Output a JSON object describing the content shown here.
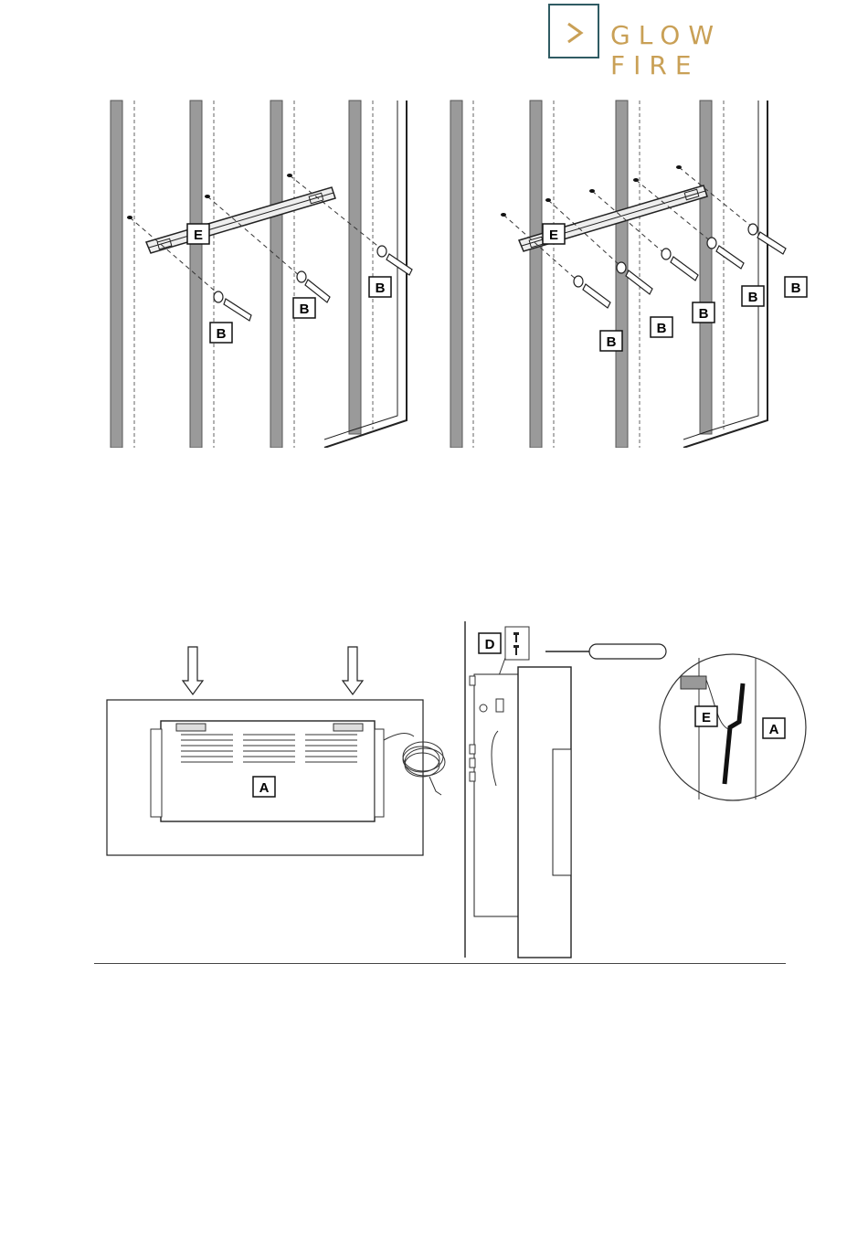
{
  "brand": {
    "name": "GLOW FIRE",
    "icon": "chevron-right-icon",
    "text_color": "#c9a056",
    "frame_color": "#2f5b63"
  },
  "figure_left": {
    "bracket_label": "E",
    "screw_labels": [
      "B",
      "B",
      "B"
    ]
  },
  "figure_right": {
    "bracket_label": "E",
    "screw_labels": [
      "B",
      "B",
      "B",
      "B",
      "B"
    ]
  },
  "figure_unit": {
    "unit_label": "A"
  },
  "figure_side": {
    "anchor_label": "D",
    "detail_bracket_label": "E",
    "detail_unit_label": "A"
  }
}
